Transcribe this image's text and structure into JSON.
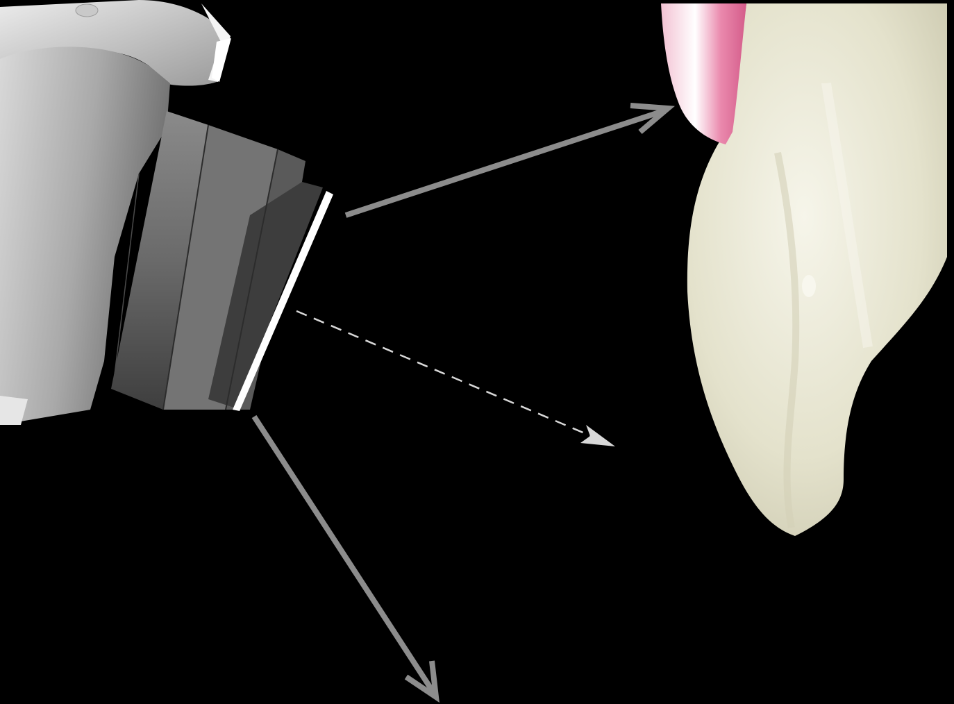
{
  "diagram": {
    "background_color": "#000000",
    "components": {
      "curing_light": {
        "icon": "curing-light-icon"
      },
      "tooth": {
        "icon": "tooth-icon"
      },
      "gingiva": {
        "icon": "gingiva-icon"
      }
    },
    "arrows": [
      {
        "id": "arrow-to-tooth",
        "style": "solid",
        "color": "#8c8c8c"
      },
      {
        "id": "arrow-middle",
        "style": "dashed",
        "color": "#d8d8d8"
      },
      {
        "id": "arrow-down",
        "style": "solid",
        "color": "#8c8c8c"
      }
    ],
    "colors": {
      "device_body": "#a8a8a8",
      "device_nozzle": "#6b6b6b",
      "light_window": "#ffffff",
      "tooth": "#e8e6d2",
      "gingiva": "#e58fb0"
    }
  }
}
